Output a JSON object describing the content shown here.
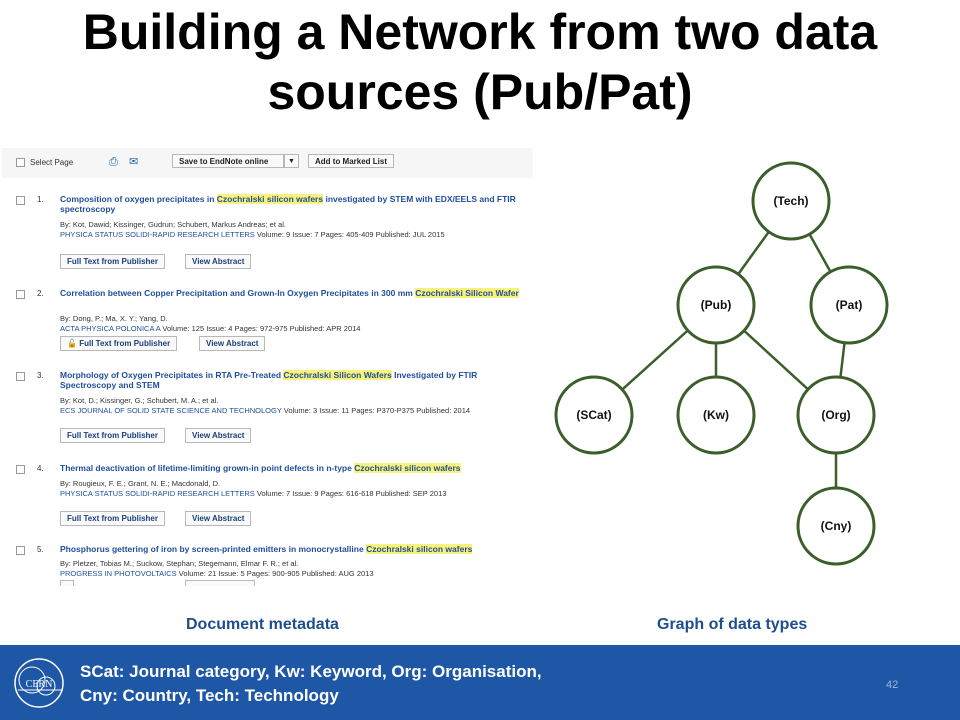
{
  "slide": {
    "title_line1": "Building a Network from two data",
    "title_line2": "sources (Pub/Pat)",
    "caption_left": "Document metadata",
    "caption_right": "Graph of data types",
    "footer_line1": "SCat: Journal category, Kw: Keyword, Org: Organisation,",
    "footer_line2": "Cny: Country, Tech: Technology",
    "page_number": "42",
    "logo_text": "CERN"
  },
  "screenshot": {
    "select_page": "Select Page",
    "save_button": "Save to EndNote online",
    "marked_list_button": "Add to Marked List",
    "full_text_button": "Full Text from Publisher",
    "view_abstract_button": "View Abstract",
    "records": [
      {
        "num": "1.",
        "title_pre": "Composition of oxygen precipitates in ",
        "title_hl": "Czochralski silicon wafers",
        "title_post": " investigated by STEM with EDX/EELS and FTIR spectroscopy",
        "authors": "By: Kot, Dawid; Kissinger, Gudrun; Schubert, Markus Andreas; et al.",
        "journal": "PHYSICA STATUS SOLIDI-RAPID RESEARCH LETTERS",
        "details": "  Volume: 9   Issue: 7   Pages: 405-409   Published: JUL 2015"
      },
      {
        "num": "2.",
        "title_pre": "Correlation between Copper Precipitation and Grown-In Oxygen Precipitates in 300 mm ",
        "title_hl": "Czochralski Silicon Wafer",
        "title_post": "",
        "authors": "By: Dong, P.; Ma, X. Y.; Yang, D.",
        "journal": "ACTA PHYSICA POLONICA A",
        "details": "  Volume: 125   Issue: 4   Pages: 972-975   Published: APR 2014"
      },
      {
        "num": "3.",
        "title_pre": "Morphology of Oxygen Precipitates in RTA Pre-Treated ",
        "title_hl": "Czochralski Silicon Wafers",
        "title_post": " Investigated by FTIR Spectroscopy and STEM",
        "authors": "By: Kot, D.; Kissinger, G.; Schubert, M. A.; et al.",
        "journal": "ECS JOURNAL OF SOLID STATE SCIENCE AND TECHNOLOGY",
        "details": "  Volume: 3   Issue: 11   Pages: P370-P375   Published: 2014"
      },
      {
        "num": "4.",
        "title_pre": "Thermal deactivation of lifetime-limiting grown-in point defects in n-type ",
        "title_hl": "Czochralski silicon wafers",
        "title_post": "",
        "authors": "By: Rougieux, F. E.; Grant, N. E.; Macdonald, D.",
        "journal": "PHYSICA STATUS SOLIDI-RAPID RESEARCH LETTERS",
        "details": "  Volume: 7   Issue: 9   Pages: 616-618   Published: SEP 2013"
      },
      {
        "num": "5.",
        "title_pre": "Phosphorus gettering of iron by screen-printed emitters in monocrystalline ",
        "title_hl": "Czochralski silicon wafers",
        "title_post": "",
        "authors": "By: Pletzer, Tobias M.; Suckow, Stephan; Stegemann, Elmar F. R.; et al.",
        "journal": "PROGRESS IN PHOTOVOLTAICS",
        "details": "  Volume: 21   Issue: 5   Pages: 900-905   Published: AUG 2013"
      }
    ]
  },
  "graph": {
    "node_color": "#3b5e2b",
    "nodes": [
      {
        "id": "tech",
        "label": "(Tech)"
      },
      {
        "id": "pub",
        "label": "(Pub)"
      },
      {
        "id": "pat",
        "label": "(Pat)"
      },
      {
        "id": "scat",
        "label": "(SCat)"
      },
      {
        "id": "kw",
        "label": "(Kw)"
      },
      {
        "id": "org",
        "label": "(Org)"
      },
      {
        "id": "cny",
        "label": "(Cny)"
      }
    ],
    "edges": [
      [
        "tech",
        "pub"
      ],
      [
        "tech",
        "pat"
      ],
      [
        "pub",
        "scat"
      ],
      [
        "pub",
        "kw"
      ],
      [
        "pub",
        "org"
      ],
      [
        "pat",
        "org"
      ],
      [
        "org",
        "cny"
      ]
    ]
  },
  "colors": {
    "footer_bg": "#1e57a6",
    "caption": "#1f4e8c",
    "link": "#1f4e9c",
    "highlight": "#f7f27a"
  }
}
